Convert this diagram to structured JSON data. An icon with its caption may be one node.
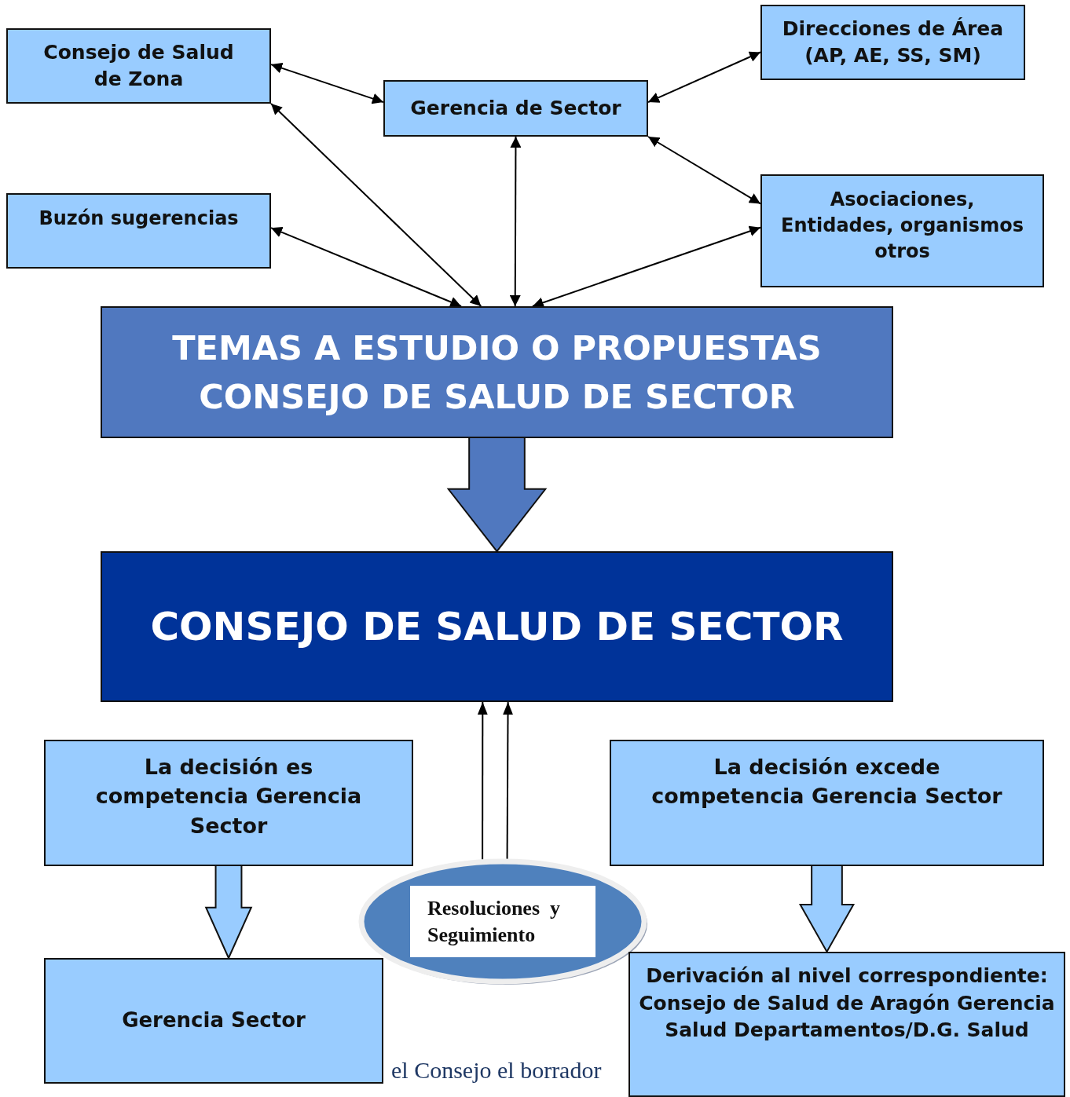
{
  "diagram": {
    "nodes": [
      {
        "text": [
          "Consejo de Salud de Zona"
        ]
      },
      {
        "text": [
          "Gerencia de Sector"
        ]
      },
      {
        "text": [
          "Direcciones de Área (AP, AE, SS, SM)"
        ]
      },
      {
        "text": [
          "Buzón sugerencias"
        ]
      },
      {
        "text": [
          "Asociaciones, Entidades, organismos otros"
        ]
      },
      {
        "text": [
          "TEMAS A ESTUDIO O PROPUESTAS CONSEJO DE SALUD DE SECTOR"
        ]
      },
      {
        "text": [
          "CONSEJO DE SALUD DE SECTOR"
        ]
      },
      {
        "text": [
          "La decisión es competencia Gerencia Sector"
        ]
      },
      {
        "text": [
          "La decisión excede competencia Gerencia Sector"
        ]
      },
      {
        "text": [
          "Resoluciones  y Seguimiento"
        ]
      },
      {
        "text": [
          "Gerencia Sector"
        ]
      },
      {
        "text": [
          "Derivación al nivel correspondiente: Consejo de Salud de Aragón Gerencia Salud Departamentos/D.G. Salud"
        ]
      }
    ],
    "edges": [
      {
        "from": 0,
        "to": 1,
        "arrow": "both"
      },
      {
        "from": 1,
        "to": 2,
        "arrow": "both"
      },
      {
        "from": 1,
        "to": 4,
        "arrow": "both"
      },
      {
        "from": 1,
        "to": 5,
        "arrow": "both"
      },
      {
        "from": 0,
        "to": 5,
        "arrow": "both"
      },
      {
        "from": 3,
        "to": 5,
        "arrow": "both"
      },
      {
        "from": 4,
        "to": 5,
        "arrow": "both"
      },
      {
        "from": 5,
        "to": 6,
        "arrow": "to",
        "style": "thick"
      },
      {
        "from": 7,
        "to": 10,
        "arrow": "to",
        "style": "thick"
      },
      {
        "from": 8,
        "to": 11,
        "arrow": "to",
        "style": "thick"
      },
      {
        "from": 9,
        "to": 6,
        "arrow": "to"
      },
      {
        "from": 9,
        "to": 6,
        "arrow": "to"
      }
    ],
    "labels": [
      "el Consejo el borrador"
    ]
  }
}
